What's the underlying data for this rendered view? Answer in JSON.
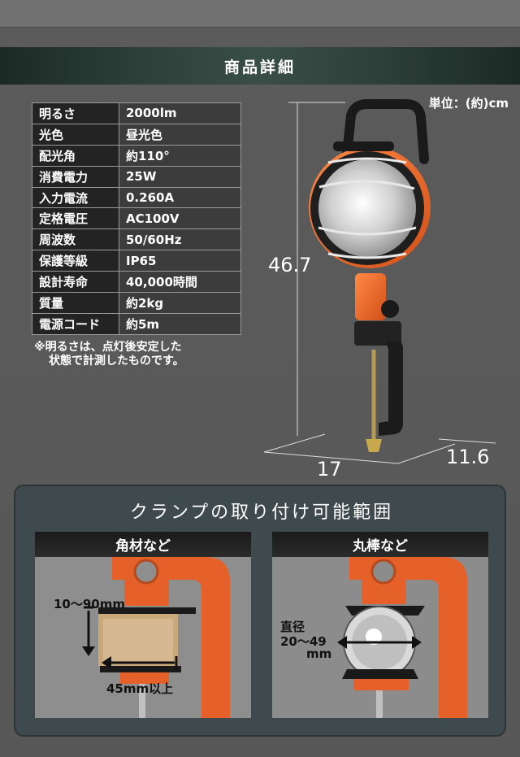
{
  "header": {
    "title": "商品詳細"
  },
  "unit_label": "単位：(約)cm",
  "specs": [
    {
      "label": "明るさ",
      "value": "2000lm"
    },
    {
      "label": "光色",
      "value": "昼光色"
    },
    {
      "label": "配光角",
      "value": "約110°"
    },
    {
      "label": "消費電力",
      "value": "25W"
    },
    {
      "label": "入力電流",
      "value": "0.260A"
    },
    {
      "label": "定格電圧",
      "value": "AC100V"
    },
    {
      "label": "周波数",
      "value": "50/60Hz"
    },
    {
      "label": "保護等級",
      "value": "IP65"
    },
    {
      "label": "設計寿命",
      "value": "40,000時間"
    },
    {
      "label": "質量",
      "value": "約2kg"
    },
    {
      "label": "電源コード",
      "value": "約5m"
    }
  ],
  "note": {
    "line1": "※明るさは、点灯後安定した",
    "line2": "状態で計測したものです。"
  },
  "dimensions": {
    "height": "46.7",
    "width": "17",
    "depth": "11.6"
  },
  "clamp": {
    "title": "クランプの取り付け可能範囲",
    "left": {
      "title": "角材など",
      "thickness": "10〜90mm",
      "depth": "45mm以上"
    },
    "right": {
      "title": "丸棒など",
      "diameter_label": "直径",
      "diameter_range": "20〜49",
      "diameter_unit": "mm"
    }
  },
  "colors": {
    "accent": "#e8602a",
    "panel": "#3f4a4e",
    "header": "#2c3e38"
  }
}
